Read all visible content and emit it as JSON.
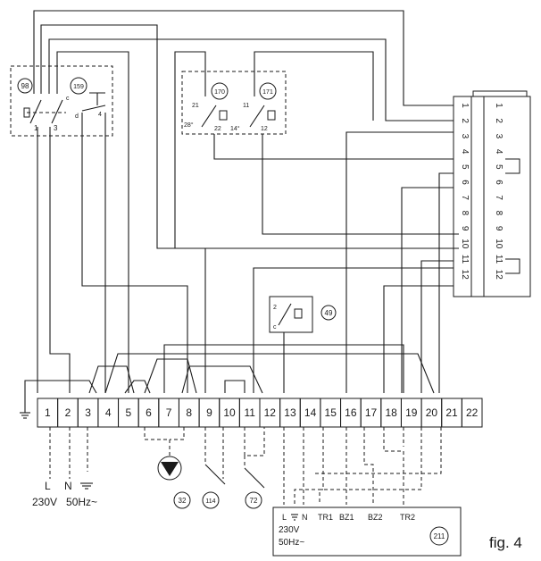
{
  "figure_label": "fig. 4",
  "terminal_block": {
    "terminals": [
      "1",
      "2",
      "3",
      "4",
      "5",
      "6",
      "7",
      "8",
      "9",
      "10",
      "11",
      "12",
      "13",
      "14",
      "15",
      "16",
      "17",
      "18",
      "19",
      "20",
      "21",
      "22"
    ]
  },
  "mains": {
    "labels": [
      "L",
      "N"
    ],
    "spec": "230V   50Hz~"
  },
  "components": {
    "c98": "98",
    "c159": "159",
    "c170": "170",
    "c171": "171",
    "c49": "49",
    "c32": "32",
    "c114": "114",
    "c72": "72",
    "c211": "211"
  },
  "sw98_pins": [
    "1",
    "3"
  ],
  "sw159_pins": [
    "c",
    "4",
    "d"
  ],
  "sw170_pins": [
    "21",
    "22",
    "28°",
    "14°"
  ],
  "sw171_pins": [
    "11",
    "12"
  ],
  "sw49_pins": [
    "2",
    "c"
  ],
  "module211": {
    "pins": [
      "L",
      "N",
      "TR1",
      "BZ1",
      "BZ2",
      "TR2"
    ],
    "spec_line1": "230V",
    "spec_line2": "50Hz~"
  },
  "connector": {
    "left_pins": [
      "1",
      "2",
      "3",
      "4",
      "5",
      "6",
      "7",
      "8",
      "9",
      "10",
      "11",
      "12"
    ],
    "right_pins": [
      "1",
      "2",
      "3",
      "4",
      "5",
      "6",
      "7",
      "8",
      "9",
      "10",
      "11",
      "12"
    ]
  }
}
